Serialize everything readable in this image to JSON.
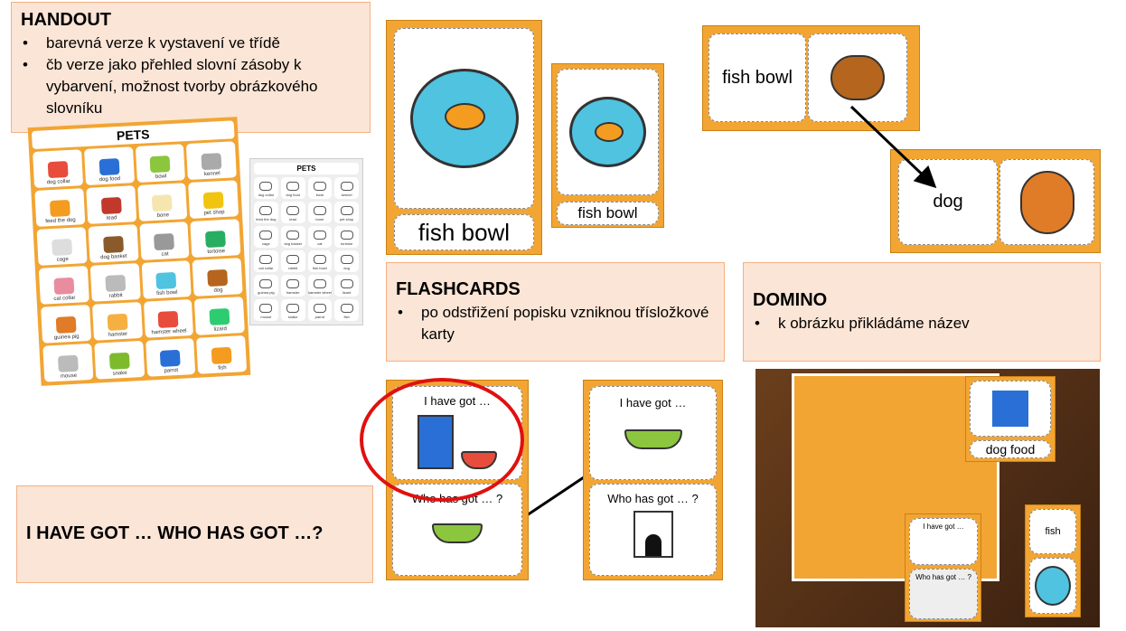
{
  "handout": {
    "title": "HANDOUT",
    "bullets": [
      "barevná verze k vystavení ve třídě",
      "čb verze jako přehled slovní zásoby k vybarvení, možnost tvorby obrázkového slovníku"
    ]
  },
  "sheet": {
    "title": "PETS",
    "items": [
      "dog collar",
      "dog food",
      "bowl",
      "kennel",
      "feed the dog",
      "lead",
      "bone",
      "pet shop",
      "cage",
      "dog basket",
      "cat",
      "tortoise",
      "cat collar",
      "rabbit",
      "fish bowl",
      "dog",
      "guinea pig",
      "hamster",
      "hamster wheel",
      "lizard",
      "mouse",
      "snake",
      "parrot",
      "fish"
    ]
  },
  "flashcards": {
    "title": "FLASHCARDS",
    "bullets": [
      "po odstřižení popisku vzniknou třísložkové karty"
    ],
    "card_label": "fish bowl"
  },
  "domino": {
    "title": "DOMINO",
    "bullets": [
      "k obrázku přikládáme název"
    ],
    "word1": "fish bowl",
    "word2": "dog"
  },
  "game": {
    "title": "I HAVE GOT … WHO HAS GOT …?",
    "have": "I have got …",
    "who": "Who has got … ?"
  },
  "photo": {
    "card_label": "dog food",
    "have": "I have got …",
    "who": "Who has got … ?",
    "fish": "fish"
  }
}
